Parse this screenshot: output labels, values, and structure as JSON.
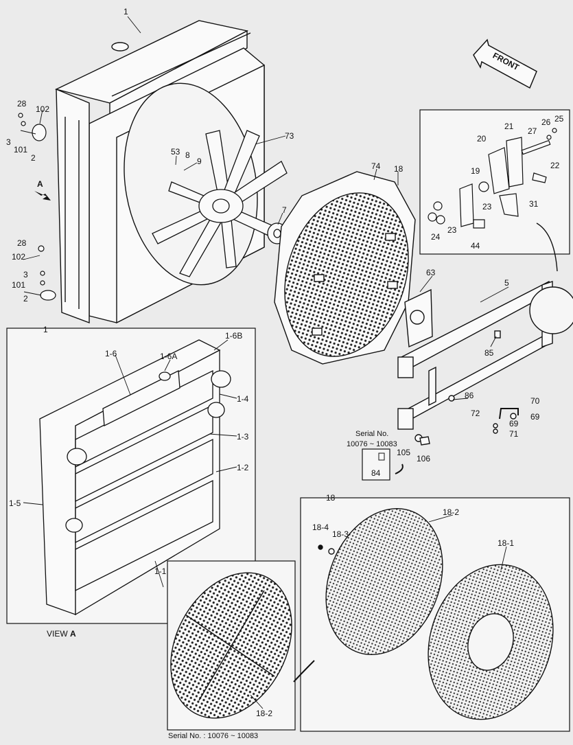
{
  "colors": {
    "background": "#ebebeb",
    "line": "#111111",
    "panel": "#f6f6f6"
  },
  "front_arrow": {
    "label": "FRONT"
  },
  "view_a": {
    "label": "VIEW",
    "letter": "A"
  },
  "arrow_a": {
    "letter": "A"
  },
  "serial_box": {
    "line1": "Serial No.",
    "line2": "10076 ~ 10083"
  },
  "bottom_serial": {
    "text": "Serial No. : 10076 ~ 10083"
  },
  "callouts": {
    "c1": "1",
    "c1b": "1",
    "c2a": "2",
    "c2b": "2",
    "c3a": "3",
    "c3b": "3",
    "c5": "5",
    "c7": "7",
    "c8": "8",
    "c9": "9",
    "c18": "18",
    "c18b": "18",
    "c19": "19",
    "c20": "20",
    "c21": "21",
    "c22": "22",
    "c23a": "23",
    "c23b": "23",
    "c24": "24",
    "c25": "25",
    "c26": "26",
    "c27": "27",
    "c28a": "28",
    "c28b": "28",
    "c31": "31",
    "c44": "44",
    "c53": "53",
    "c63": "63",
    "c69a": "69",
    "c69b": "69",
    "c70": "70",
    "c71": "71",
    "c72": "72",
    "c73": "73",
    "c74": "74",
    "c84": "84",
    "c85": "85",
    "c86": "86",
    "c101a": "101",
    "c101b": "101",
    "c102a": "102",
    "c102b": "102",
    "c105": "105",
    "c106": "106",
    "c1_1": "1-1",
    "c1_2": "1-2",
    "c1_3": "1-3",
    "c1_4": "1-4",
    "c1_5": "1-5",
    "c1_6": "1-6",
    "c1_6a": "1-6A",
    "c1_6b": "1-6B",
    "c18_1": "18-1",
    "c18_2a": "18-2",
    "c18_2b": "18-2",
    "c18_3": "18-3",
    "c18_4": "18-4"
  }
}
